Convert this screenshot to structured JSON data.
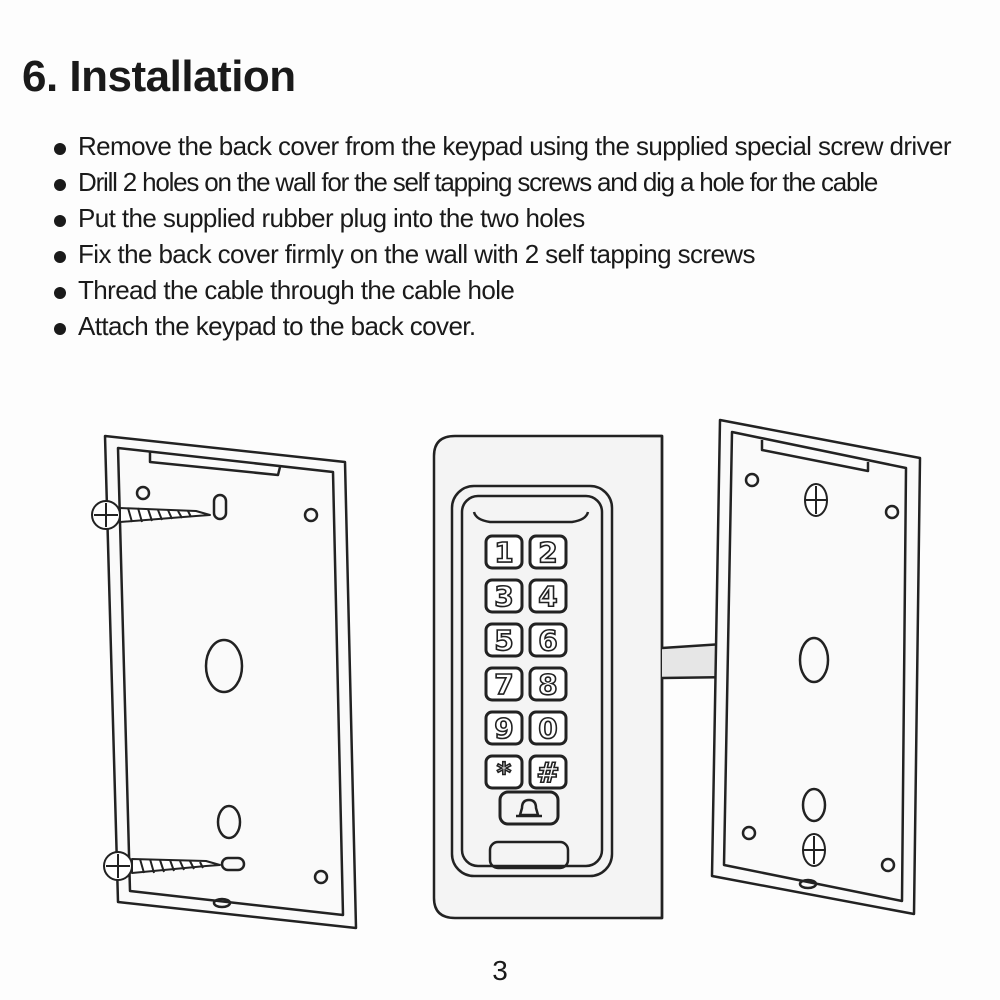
{
  "heading": "6. Installation",
  "steps": [
    "Remove the back cover from the keypad using the supplied special screw driver",
    "Drill 2 holes on the wall for the self tapping screws and dig a hole for the cable",
    "Put the supplied rubber plug into the two holes",
    "Fix the back cover firmly on the wall with 2 self tapping screws",
    "Thread the cable through the cable hole",
    "Attach the keypad to the back cover."
  ],
  "keypad": {
    "keys": [
      "1",
      "2",
      "3",
      "4",
      "5",
      "6",
      "7",
      "8",
      "9",
      "0",
      "*",
      "#"
    ]
  },
  "icons": {
    "bell": "bell-icon",
    "screw": "screw-icon"
  },
  "page_number": "3"
}
